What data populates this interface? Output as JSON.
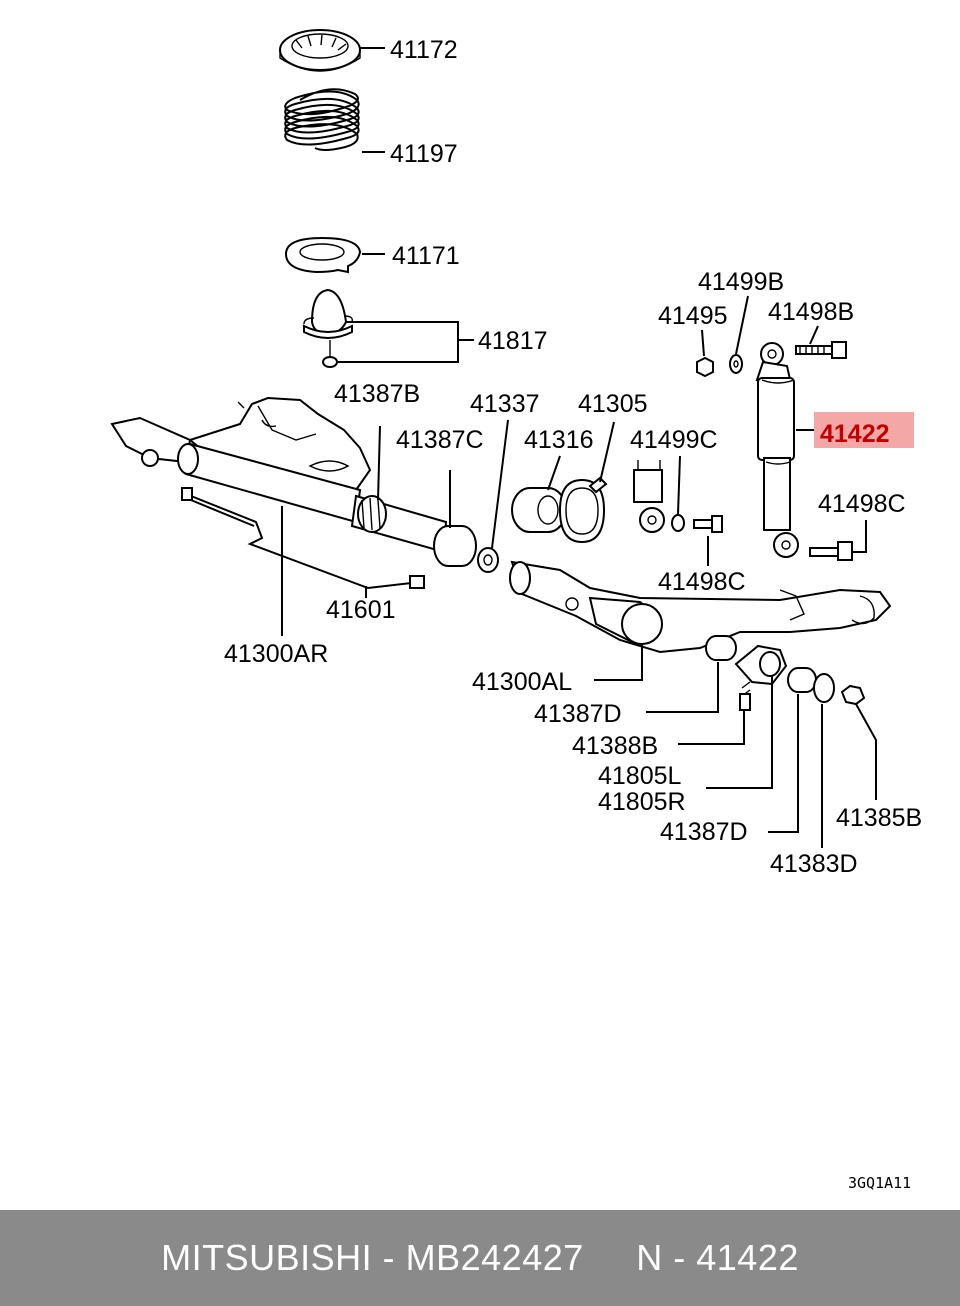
{
  "diagram": {
    "labels": {
      "l41172": "41172",
      "l41197": "41197",
      "l41171": "41171",
      "l41817": "41817",
      "l41499B": "41499B",
      "l41495": "41495",
      "l41498B": "41498B",
      "l41387B": "41387B",
      "l41337": "41337",
      "l41305": "41305",
      "l41387C": "41387C",
      "l41316": "41316",
      "l41499C": "41499C",
      "l41422": "41422",
      "l41498C_right": "41498C",
      "l41498C_bottom": "41498C",
      "l41601": "41601",
      "l41300AR": "41300AR",
      "l41300AL": "41300AL",
      "l41387D_a": "41387D",
      "l41388B": "41388B",
      "l41805L": "41805L",
      "l41805R": "41805R",
      "l41387D_b": "41387D",
      "l41385B": "41385B",
      "l41383D": "41383D"
    },
    "highlight_color": "#f4a7a7",
    "drawing_code": "3GQ1A11"
  },
  "footer": {
    "text": "MITSUBISHI - MB242427     N - 41422",
    "background": "#8a8a8a"
  }
}
